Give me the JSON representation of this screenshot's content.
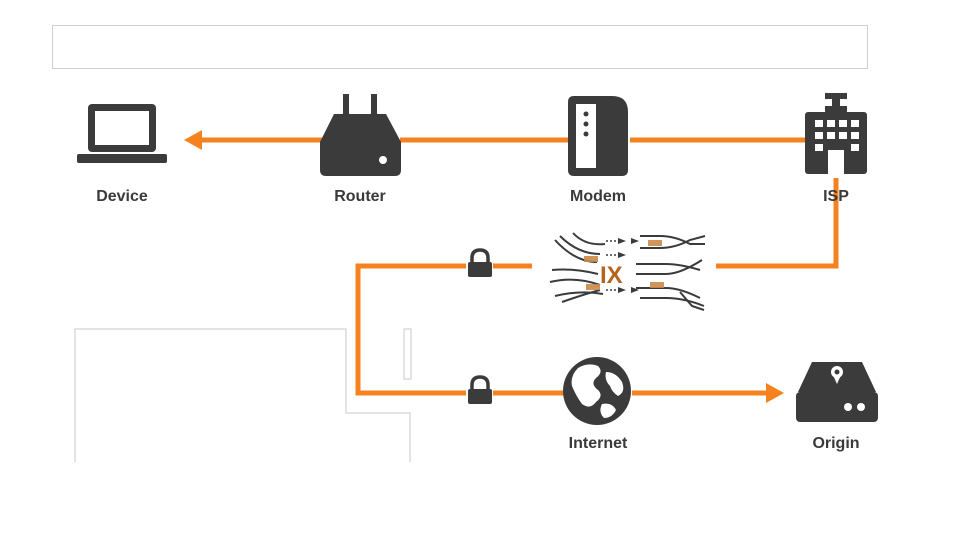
{
  "title": "",
  "nodes": {
    "device": {
      "label": "Device",
      "icon": "laptop-icon"
    },
    "router": {
      "label": "Router",
      "icon": "router-icon"
    },
    "modem": {
      "label": "Modem",
      "icon": "modem-icon"
    },
    "isp": {
      "label": "ISP",
      "icon": "building-icon"
    },
    "ix": {
      "label": "IX",
      "icon": "exchange-icon"
    },
    "internet": {
      "label": "Internet",
      "icon": "globe-icon"
    },
    "origin": {
      "label": "Origin",
      "icon": "server-icon"
    }
  },
  "colors": {
    "connector": "#f6821f",
    "icon": "#3b3b3b",
    "ix_text": "#b5651d"
  }
}
